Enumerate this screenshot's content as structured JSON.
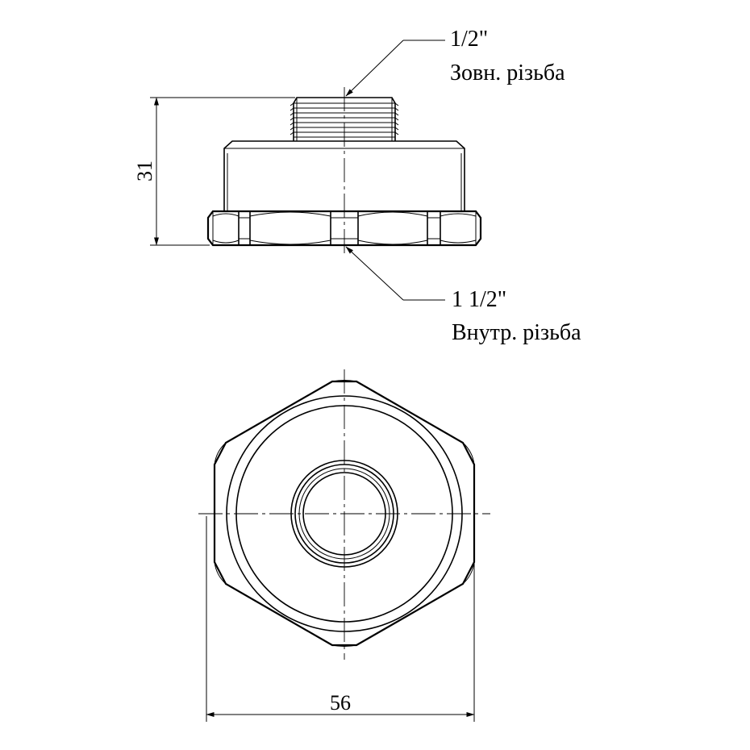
{
  "callouts": {
    "male_thread": {
      "size": "1/2\"",
      "desc": "Зовн. різьба"
    },
    "female_thread": {
      "size": "1 1/2\"",
      "desc": "Внутр. різьба"
    }
  },
  "dimensions": {
    "height": "31",
    "width": "56"
  }
}
